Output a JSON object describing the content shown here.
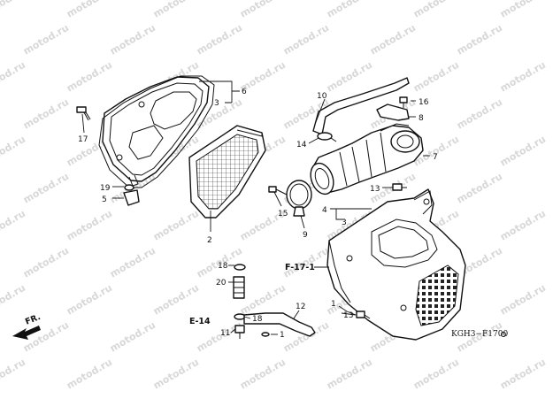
{
  "watermark": "motod.ru",
  "diagram_code": "KGH3−F1700",
  "direction_label": "FR.",
  "references": {
    "frame_ref": "F-17-1",
    "engine_ref": "E-14"
  },
  "callouts": {
    "c1": "1",
    "c1b": "1",
    "c2": "2",
    "c3": "3",
    "c3b": "3",
    "c4": "4",
    "c5": "5",
    "c6": "6",
    "c7": "7",
    "c8": "8",
    "c9": "9",
    "c10": "10",
    "c11": "11",
    "c12": "12",
    "c13": "13",
    "c13b": "13",
    "c14": "14",
    "c15": "15",
    "c16": "16",
    "c17": "17",
    "c18": "18",
    "c18b": "18",
    "c19": "19",
    "c20": "20"
  }
}
